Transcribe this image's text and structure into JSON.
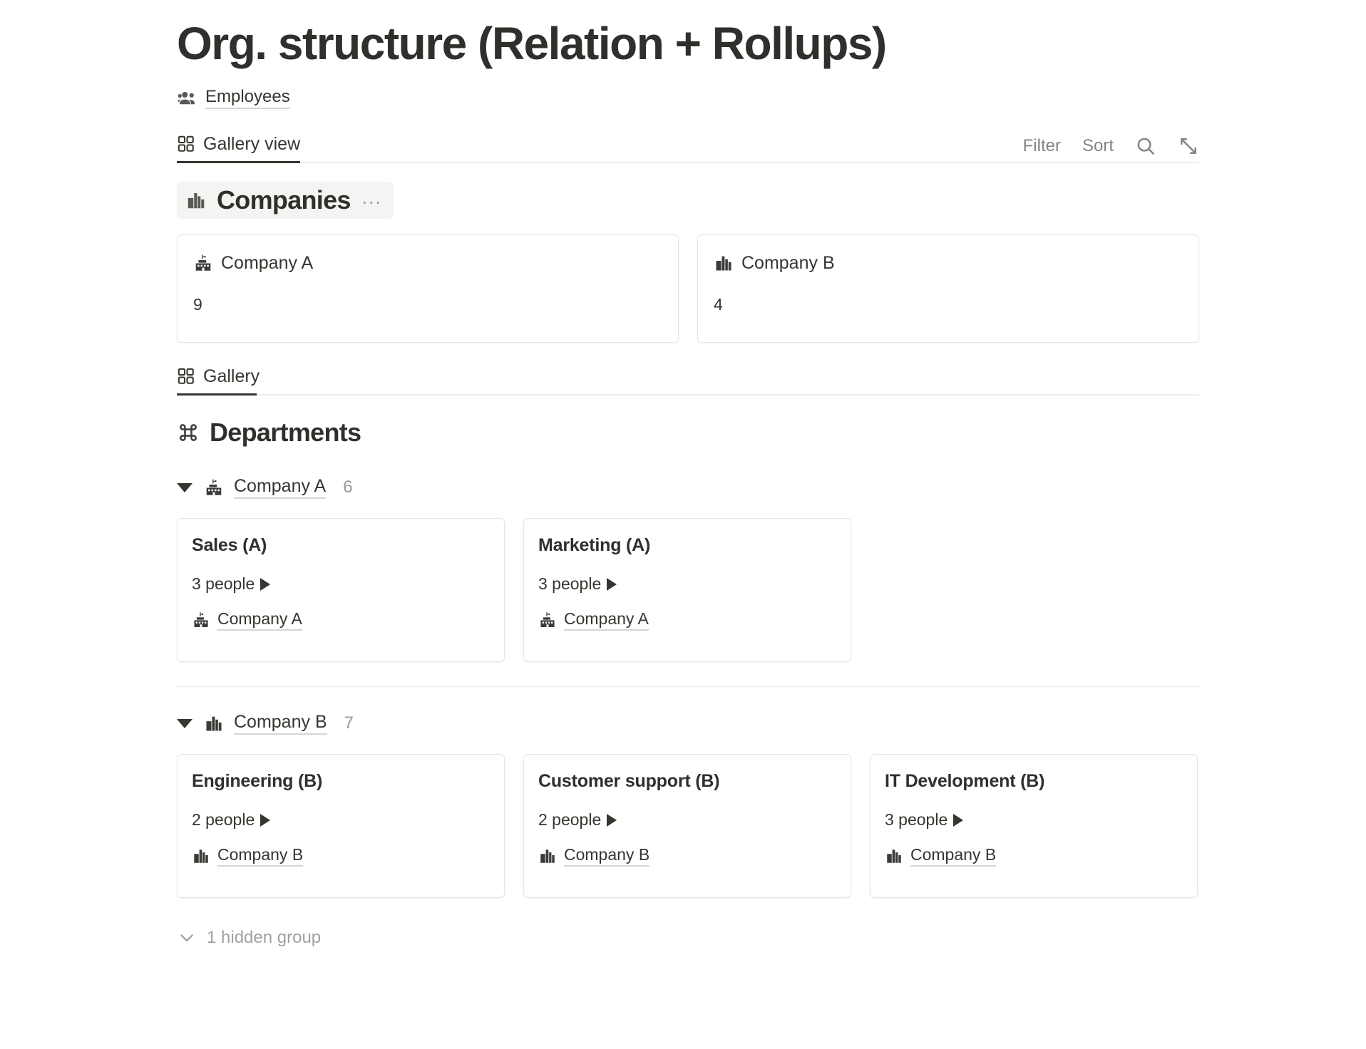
{
  "page": {
    "title": "Org. structure (Relation + Rollups)",
    "source": {
      "label": "Employees",
      "icon": "people-group-icon"
    }
  },
  "toolbar": {
    "tabs": [
      {
        "label": "Gallery view",
        "icon": "gallery-grid-icon",
        "active": true
      }
    ],
    "filter_label": "Filter",
    "sort_label": "Sort",
    "search_icon": "search-icon",
    "expand_icon": "expand-diagonal-icon"
  },
  "companies_section": {
    "title": "Companies",
    "icon": "cityscape-icon",
    "menu": "…",
    "cards": [
      {
        "name": "Company A",
        "icon": "school-building-icon",
        "value": "9"
      },
      {
        "name": "Company B",
        "icon": "cityscape-icon",
        "value": "4"
      }
    ]
  },
  "departments_view": {
    "tabs": [
      {
        "label": "Gallery",
        "icon": "gallery-grid-icon",
        "active": true
      }
    ],
    "title": "Departments",
    "icon": "command-loop-icon",
    "groups": [
      {
        "name": "Company A",
        "icon": "school-building-icon",
        "count": "6",
        "expanded": true,
        "cards": [
          {
            "title": "Sales (A)",
            "people": "3 people",
            "relation": "Company A",
            "relation_icon": "school-building-icon"
          },
          {
            "title": "Marketing (A)",
            "people": "3 people",
            "relation": "Company A",
            "relation_icon": "school-building-icon"
          }
        ]
      },
      {
        "name": "Company B",
        "icon": "cityscape-icon",
        "count": "7",
        "expanded": true,
        "cards": [
          {
            "title": "Engineering (B)",
            "people": "2 people",
            "relation": "Company B",
            "relation_icon": "cityscape-icon"
          },
          {
            "title": "Customer support (B)",
            "people": "2 people",
            "relation": "Company B",
            "relation_icon": "cityscape-icon"
          },
          {
            "title": "IT Development (B)",
            "people": "3 people",
            "relation": "Company B",
            "relation_icon": "cityscape-icon"
          }
        ]
      }
    ],
    "hidden_group_label": "1 hidden group"
  },
  "colors": {
    "text": "#37352f",
    "muted": "#868481",
    "faint": "#a3a19d",
    "card_border": "#e6e5e3",
    "header_bg": "#f4f4f3"
  }
}
